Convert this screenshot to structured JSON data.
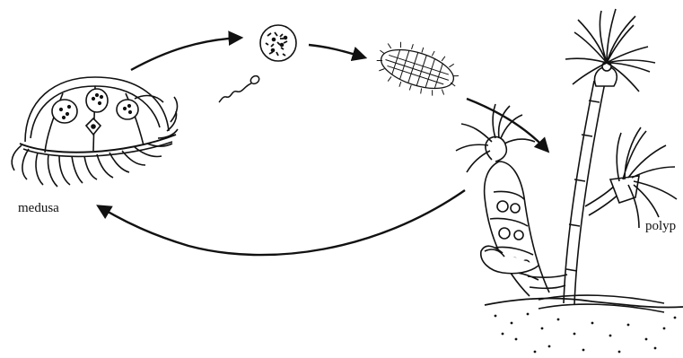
{
  "labels": {
    "medusa": "medusa",
    "polyp": "polyp"
  },
  "colors": {
    "ink": "#111111",
    "background": "#ffffff"
  },
  "stages": [
    "medusa",
    "sperm",
    "egg",
    "planula larva",
    "polyp"
  ]
}
